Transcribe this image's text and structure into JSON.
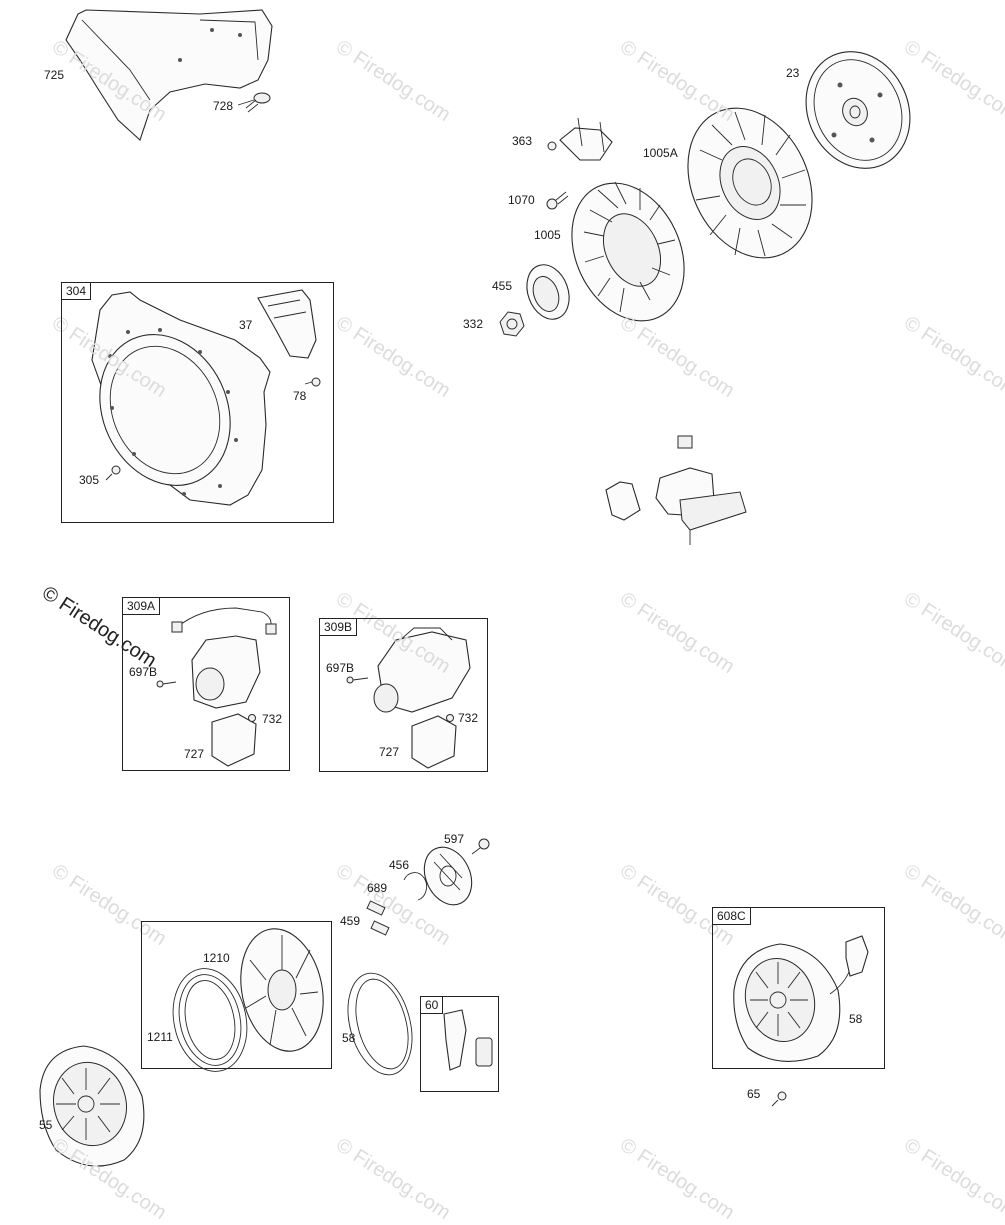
{
  "watermark": {
    "text": "© Firedog.com",
    "repeat_text": "© Firedog.com"
  },
  "groups": [
    {
      "id": "304",
      "tag": "304"
    },
    {
      "id": "309A",
      "tag": "309A"
    },
    {
      "id": "309B",
      "tag": "309B"
    },
    {
      "id": "60",
      "tag": "60"
    },
    {
      "id": "608C",
      "tag": "608C"
    }
  ],
  "labels": {
    "p725": "725",
    "p728": "728",
    "p37": "37",
    "p78": "78",
    "p305": "305",
    "p23": "23",
    "p363": "363",
    "p1005A": "1005A",
    "p1070": "1070",
    "p1005": "1005",
    "p455": "455",
    "p332": "332",
    "p697B_a": "697B",
    "p732_a": "732",
    "p727_a": "727",
    "p697B_b": "697B",
    "p732_b": "732",
    "p727_b": "727",
    "p597": "597",
    "p456": "456",
    "p689": "689",
    "p459": "459",
    "p1210": "1210",
    "p1211": "1211",
    "p58": "58",
    "p55": "55",
    "p58_c": "58",
    "p65": "65"
  }
}
